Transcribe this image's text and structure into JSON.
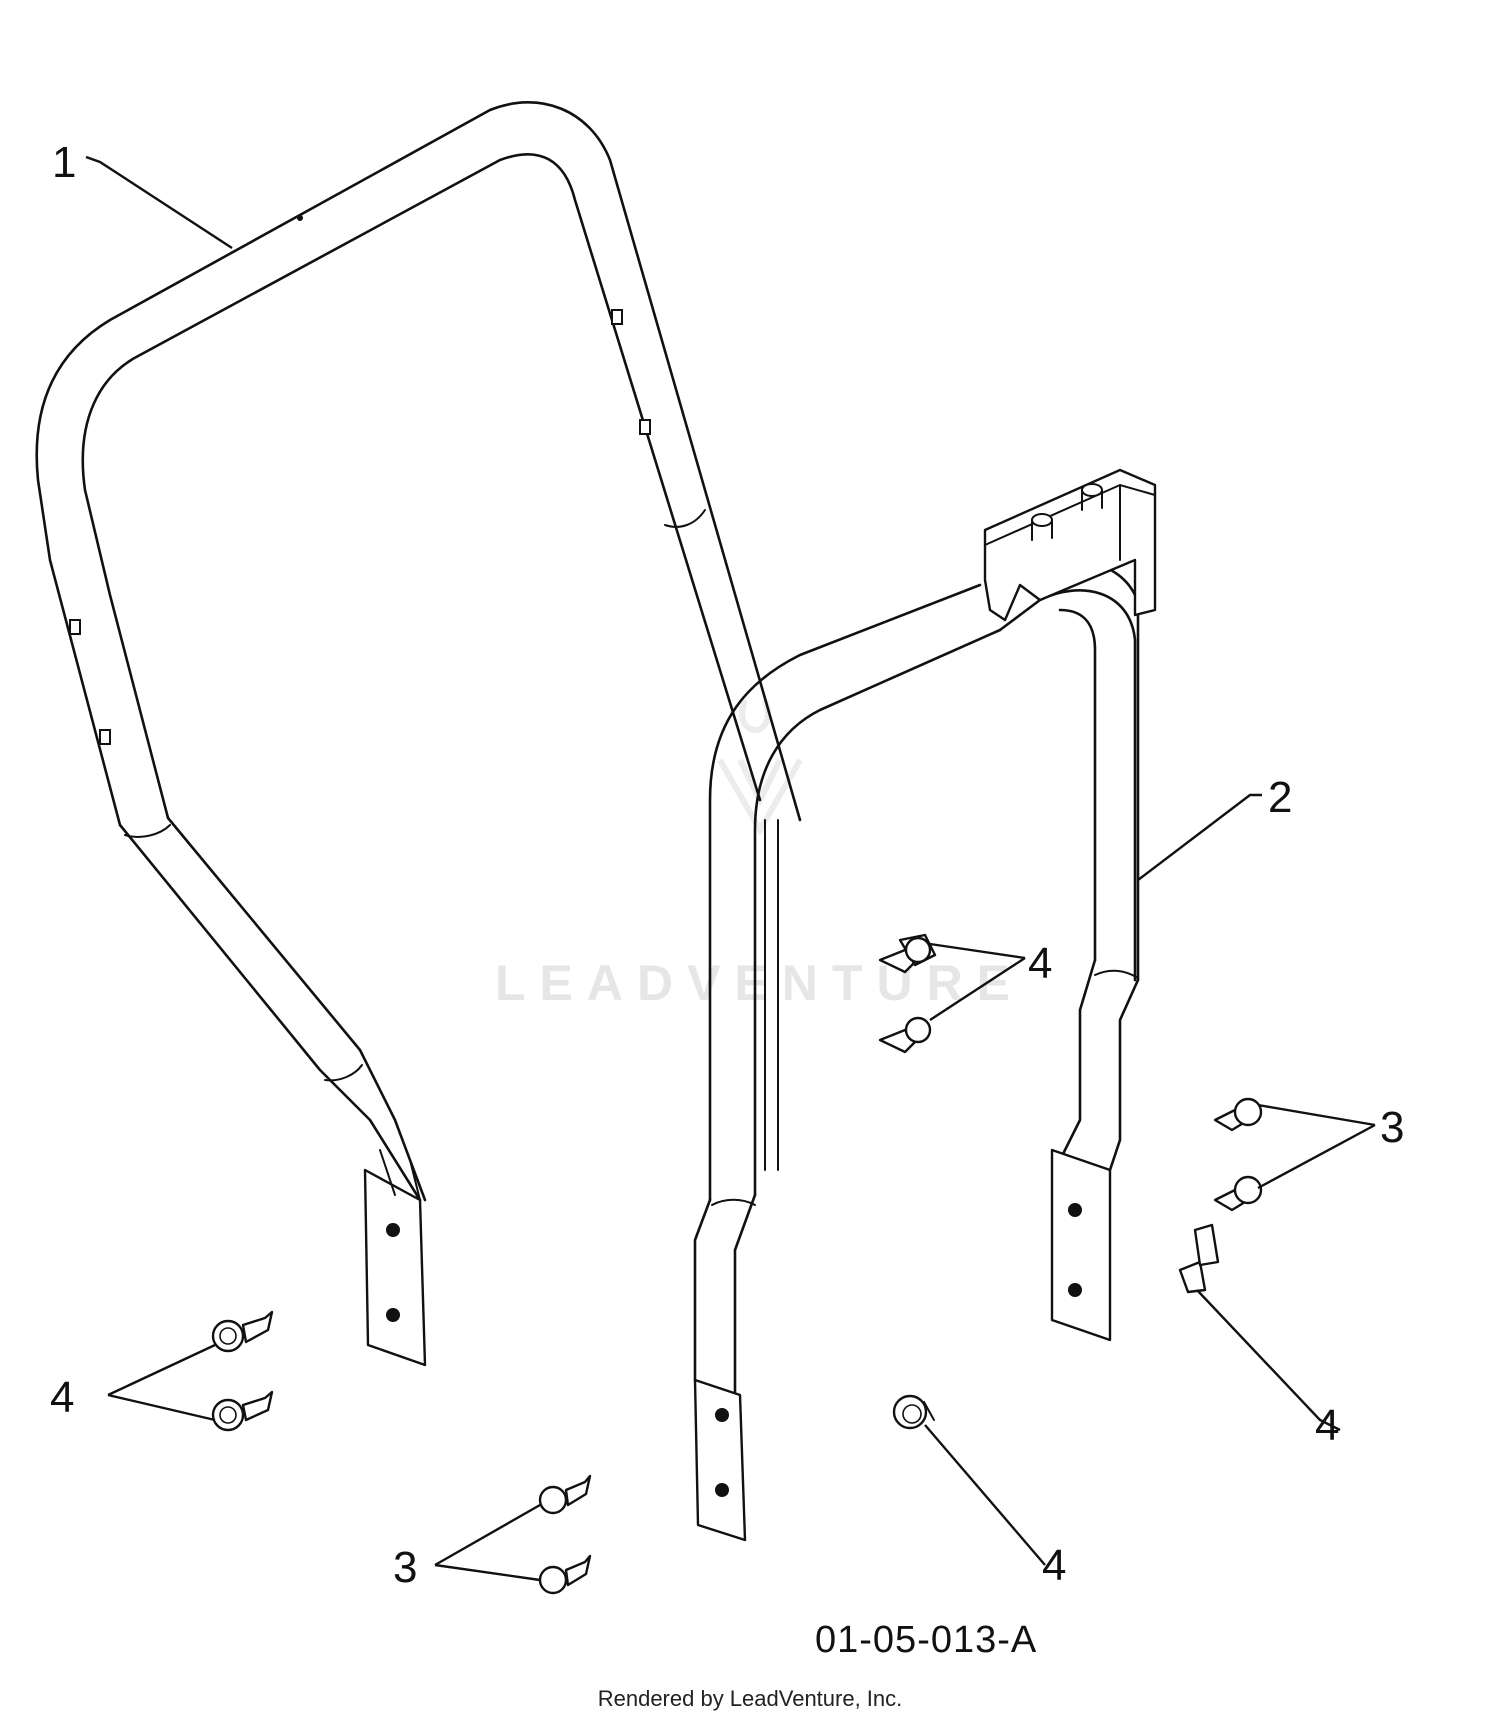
{
  "callouts": {
    "part1": "1",
    "part2": "2",
    "part3_right": "3",
    "part3_bottom": "3",
    "part4_center": "4",
    "part4_left": "4",
    "part4_right": "4",
    "part4_bottom": "4"
  },
  "diagram_id": "01-05-013-A",
  "watermark": "LEADVENTURE",
  "credit": "Rendered by LeadVenture, Inc."
}
